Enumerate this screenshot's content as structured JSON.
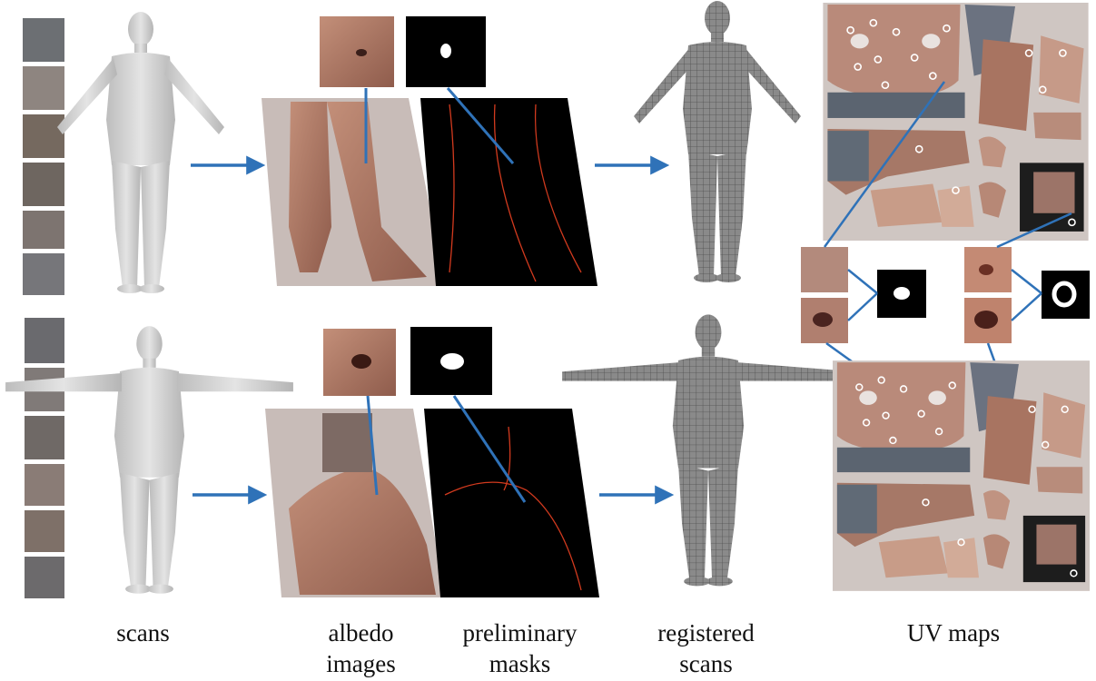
{
  "captions": {
    "scans": "scans",
    "albedo_line1": "albedo",
    "albedo_line2": "images",
    "masks_line1": "preliminary",
    "masks_line2": "masks",
    "registered_line1": "registered",
    "registered_line2": "scans",
    "uv": "UV maps"
  },
  "colors": {
    "arrow": "#2f72b8",
    "leader_line": "#2f72b8",
    "scan_body": "#c9c9c9",
    "mesh_body": "#6f6f6f",
    "skin": "#b07a66",
    "mask_background": "#000000",
    "mask_edge": "#d23a1e",
    "albedo_background": "#c8bcb8",
    "uv_background": "#cfc6c2"
  }
}
